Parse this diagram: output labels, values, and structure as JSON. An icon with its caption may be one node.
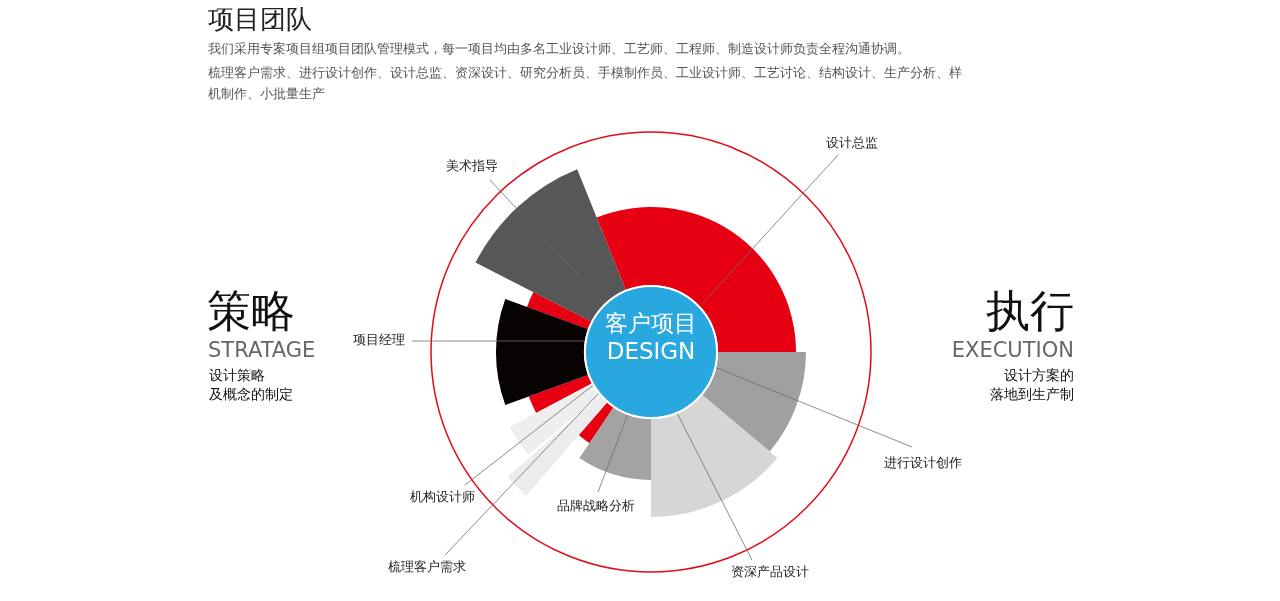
{
  "diagram": {
    "title": "项目团队",
    "nodes": [
      {
        "text": [
          "客户项目",
          "DESIGN"
        ]
      },
      {
        "text": [
          "美术指导"
        ]
      },
      {
        "text": [
          "设计总监"
        ]
      },
      {
        "text": [
          "项目经理"
        ]
      },
      {
        "text": [
          "进行设计创作"
        ]
      },
      {
        "text": [
          "机构设计师"
        ]
      },
      {
        "text": [
          "品牌战略分析"
        ]
      },
      {
        "text": [
          "梳理客户需求"
        ]
      },
      {
        "text": [
          "资深产品设计"
        ]
      },
      {
        "text": [],
        "shape": "wedge"
      },
      {
        "text": [],
        "shape": "wedge"
      },
      {
        "text": [],
        "shape": "wedge"
      },
      {
        "text": [],
        "shape": "wedge"
      },
      {
        "text": [],
        "shape": "wedge"
      },
      {
        "text": [],
        "shape": "wedge"
      },
      {
        "text": [],
        "shape": "wedge"
      },
      {
        "text": [],
        "shape": "wedge"
      }
    ],
    "edges": [
      {
        "from": 1,
        "to": 9,
        "arrow": "none"
      },
      {
        "from": 2,
        "to": 10,
        "arrow": "none"
      },
      {
        "from": 3,
        "to": 11,
        "arrow": "none"
      },
      {
        "from": 4,
        "to": 12,
        "arrow": "none"
      },
      {
        "from": 5,
        "to": 13,
        "arrow": "none"
      },
      {
        "from": 6,
        "to": 14,
        "arrow": "none"
      },
      {
        "from": 7,
        "to": 15,
        "arrow": "none"
      },
      {
        "from": 8,
        "to": 16,
        "arrow": "none"
      }
    ],
    "labels": [
      "我们采用专案项目组项目团队管理模式，每一项目均由多名工业设计师、工艺师、工程师、制造设计师负责全程沟通协调。",
      "梳理客户需求、进行设计创作、设计总监、资深设计、研究分析员、手模制作员、工业设计师、工艺讨论、结构设计、生产分析、样机制作、小批量生产",
      "策略",
      "STRATAGE",
      "设计策略",
      "及概念的制定",
      "执行",
      "EXECUTION",
      "设计方案的",
      "落地到生产制"
    ]
  }
}
